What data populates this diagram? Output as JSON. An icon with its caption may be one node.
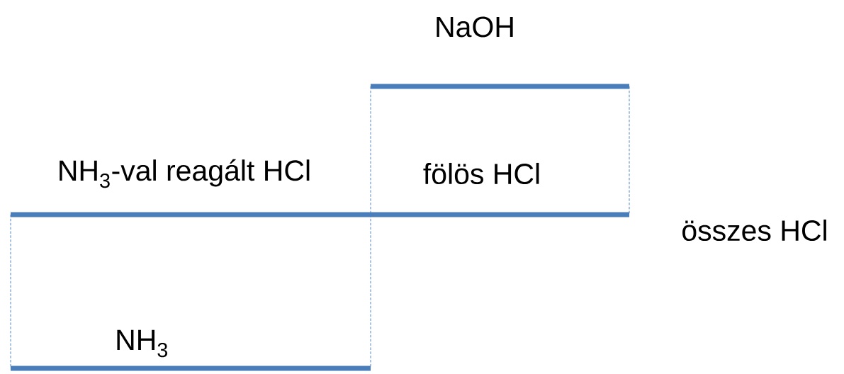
{
  "diagram": {
    "labels": [
      "NaOH",
      "NH$_{3}$-val reagált HCl",
      "fölös HCl",
      "összes HCl",
      "NH$_{3}$"
    ]
  }
}
